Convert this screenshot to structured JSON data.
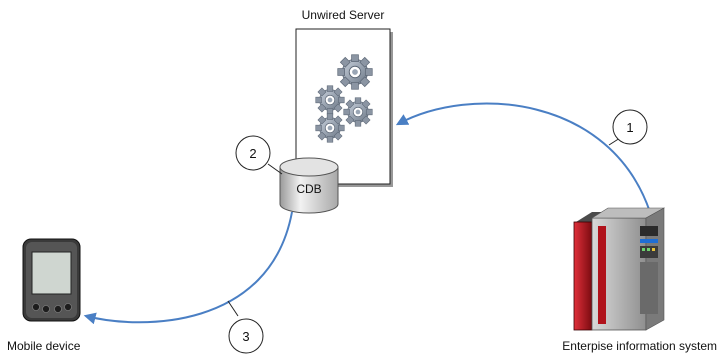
{
  "server": {
    "title": "Unwired Server"
  },
  "database": {
    "label": "CDB"
  },
  "mobile": {
    "label": "Mobile device"
  },
  "eis": {
    "label": "Enterpise information system"
  },
  "steps": {
    "one": "1",
    "two": "2",
    "three": "3"
  },
  "colors": {
    "arrow": "#4a7fc4",
    "eis_red": "#b3141c",
    "gear": "#7f8c9c"
  }
}
